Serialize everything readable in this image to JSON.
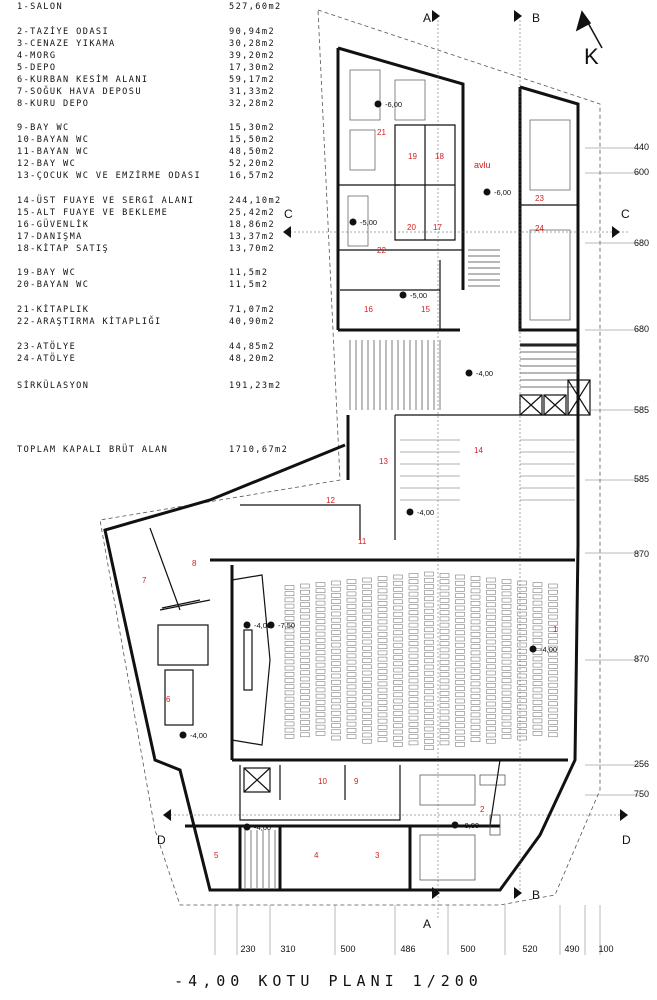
{
  "legend": [
    {
      "label": "1-SALON",
      "area": "527,60m2"
    },
    {
      "label": "2-TAZİYE ODASI",
      "area": "90,94m2"
    },
    {
      "label": "3-CENAZE YIKAMA",
      "area": "30,28m2"
    },
    {
      "label": "4-MORG",
      "area": "39,20m2"
    },
    {
      "label": "5-DEPO",
      "area": "17,30m2"
    },
    {
      "label": "6-KURBAN KESİM ALANI",
      "area": "59,17m2"
    },
    {
      "label": "7-SOĞUK HAVA DEPOSU",
      "area": "31,33m2"
    },
    {
      "label": "8-KURU DEPO",
      "area": "32,28m2"
    },
    {
      "label": "9-BAY WC",
      "area": "15,30m2"
    },
    {
      "label": "10-BAYAN WC",
      "area": "15,50m2"
    },
    {
      "label": "11-BAYAN WC",
      "area": "48,50m2"
    },
    {
      "label": "12-BAY WC",
      "area": "52,20m2"
    },
    {
      "label": "13-ÇOCUK WC VE EMZİRME ODASI",
      "area": "16,57m2"
    },
    {
      "label": "14-ÜST FUAYE VE SERGİ ALANI",
      "area": "244,10m2"
    },
    {
      "label": "15-ALT FUAYE VE BEKLEME",
      "area": "25,42m2"
    },
    {
      "label": "16-GÜVENLİK",
      "area": "18,86m2"
    },
    {
      "label": "17-DANIŞMA",
      "area": "13,37m2"
    },
    {
      "label": "18-KİTAP SATIŞ",
      "area": "13,70m2"
    },
    {
      "label": "19-BAY WC",
      "area": "11,5m2"
    },
    {
      "label": "20-BAYAN WC",
      "area": "11,5m2"
    },
    {
      "label": "21-KİTAPLIK",
      "area": "71,07m2"
    },
    {
      "label": "22-ARAŞTIRMA KİTAPLIĞI",
      "area": "40,90m2"
    },
    {
      "label": "23-ATÖLYE",
      "area": "44,85m2"
    },
    {
      "label": "24-ATÖLYE",
      "area": "48,20m2"
    },
    {
      "label": "SİRKÜLASYON",
      "area": "191,23m2"
    },
    {
      "label": "TOPLAM KAPALI BRÜT ALAN",
      "area": "1710,67m2"
    }
  ],
  "north_letter": "K",
  "section_markers": {
    "a": "A",
    "b": "B",
    "c": "C",
    "d": "D"
  },
  "right_dimensions": [
    "440",
    "600",
    "680",
    "680",
    "585",
    "585",
    "870",
    "870",
    "256",
    "750"
  ],
  "bottom_dimensions": [
    "230",
    "310",
    "500",
    "486",
    "500",
    "520",
    "490",
    "100"
  ],
  "room_numbers": [
    "1",
    "2",
    "3",
    "4",
    "5",
    "6",
    "7",
    "8",
    "9",
    "10",
    "11",
    "12",
    "13",
    "14",
    "15",
    "16",
    "17",
    "18",
    "19",
    "20",
    "21",
    "22",
    "23",
    "24"
  ],
  "courtyard_label": "avlu",
  "levels": [
    "-6,00",
    "-6,00",
    "-5,00",
    "-5,00",
    "-4,00",
    "-4,00",
    "-4,00",
    "-4,00",
    "-4,00",
    "-7,50",
    "-8,00",
    "-4,00"
  ],
  "title": "-4,00 KOTU PLANI 1/200",
  "colors": {
    "ink": "#111111",
    "room_number": "#d42020",
    "hatch": "#888888"
  }
}
